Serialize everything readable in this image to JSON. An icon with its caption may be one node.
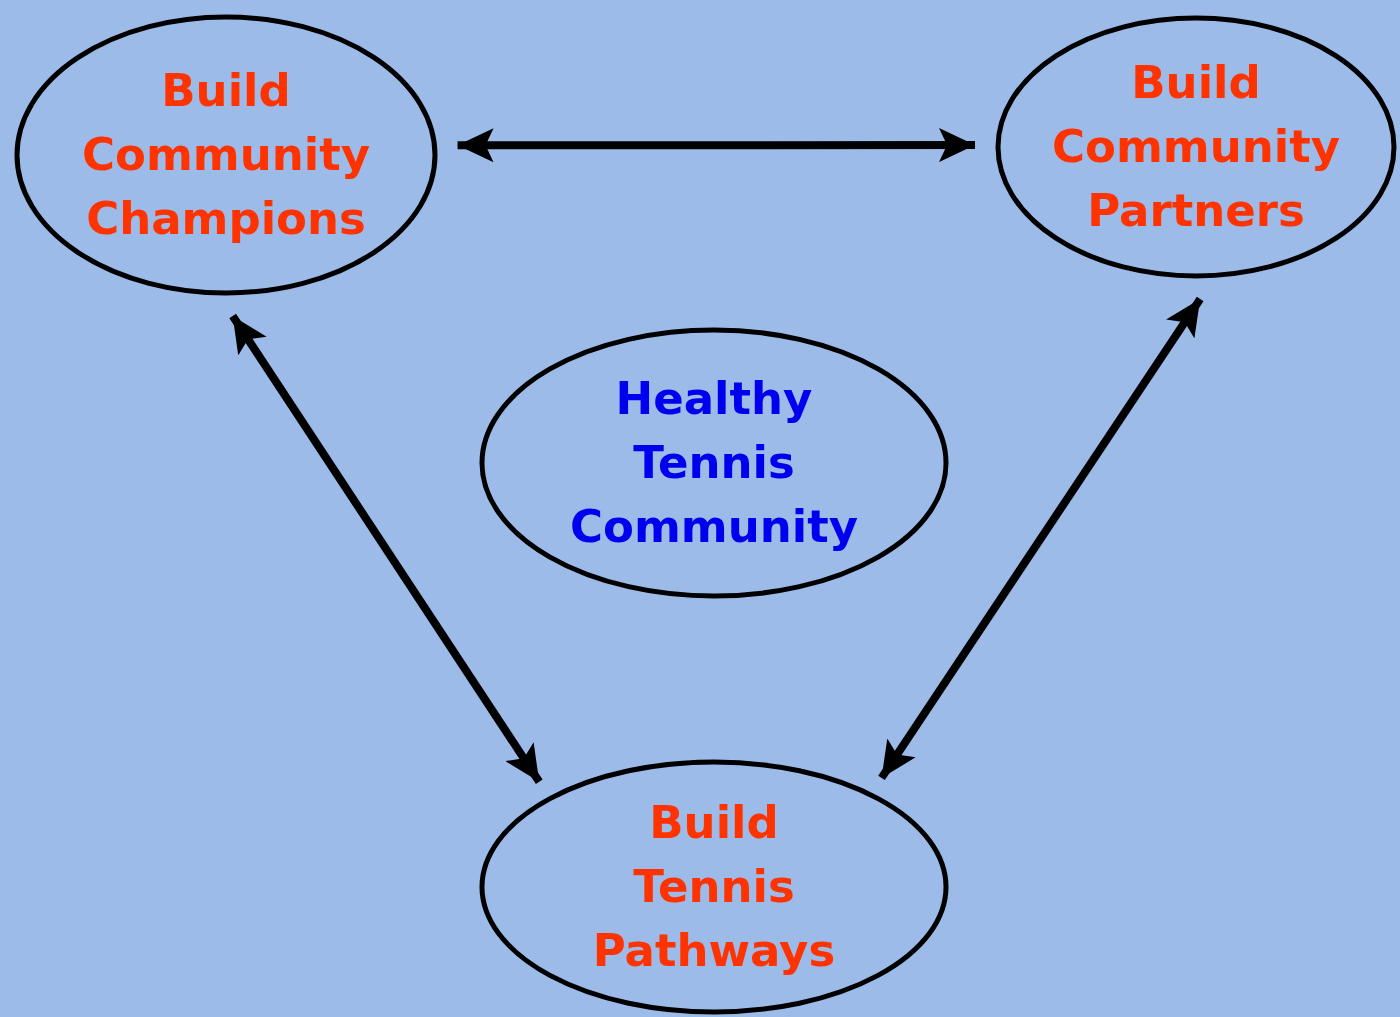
{
  "diagram": {
    "nodes": [
      {
        "text": [
          "Build Community Champions"
        ]
      },
      {
        "text": [
          "Build Community Partners"
        ]
      },
      {
        "text": [
          "Healthy Tennis Community"
        ]
      },
      {
        "text": [
          "Build Tennis Pathways"
        ]
      }
    ],
    "edges": [
      {
        "from": 0,
        "to": 1,
        "arrow": "both"
      },
      {
        "from": 0,
        "to": 3,
        "arrow": "both"
      },
      {
        "from": 1,
        "to": 3,
        "arrow": "both"
      }
    ]
  }
}
